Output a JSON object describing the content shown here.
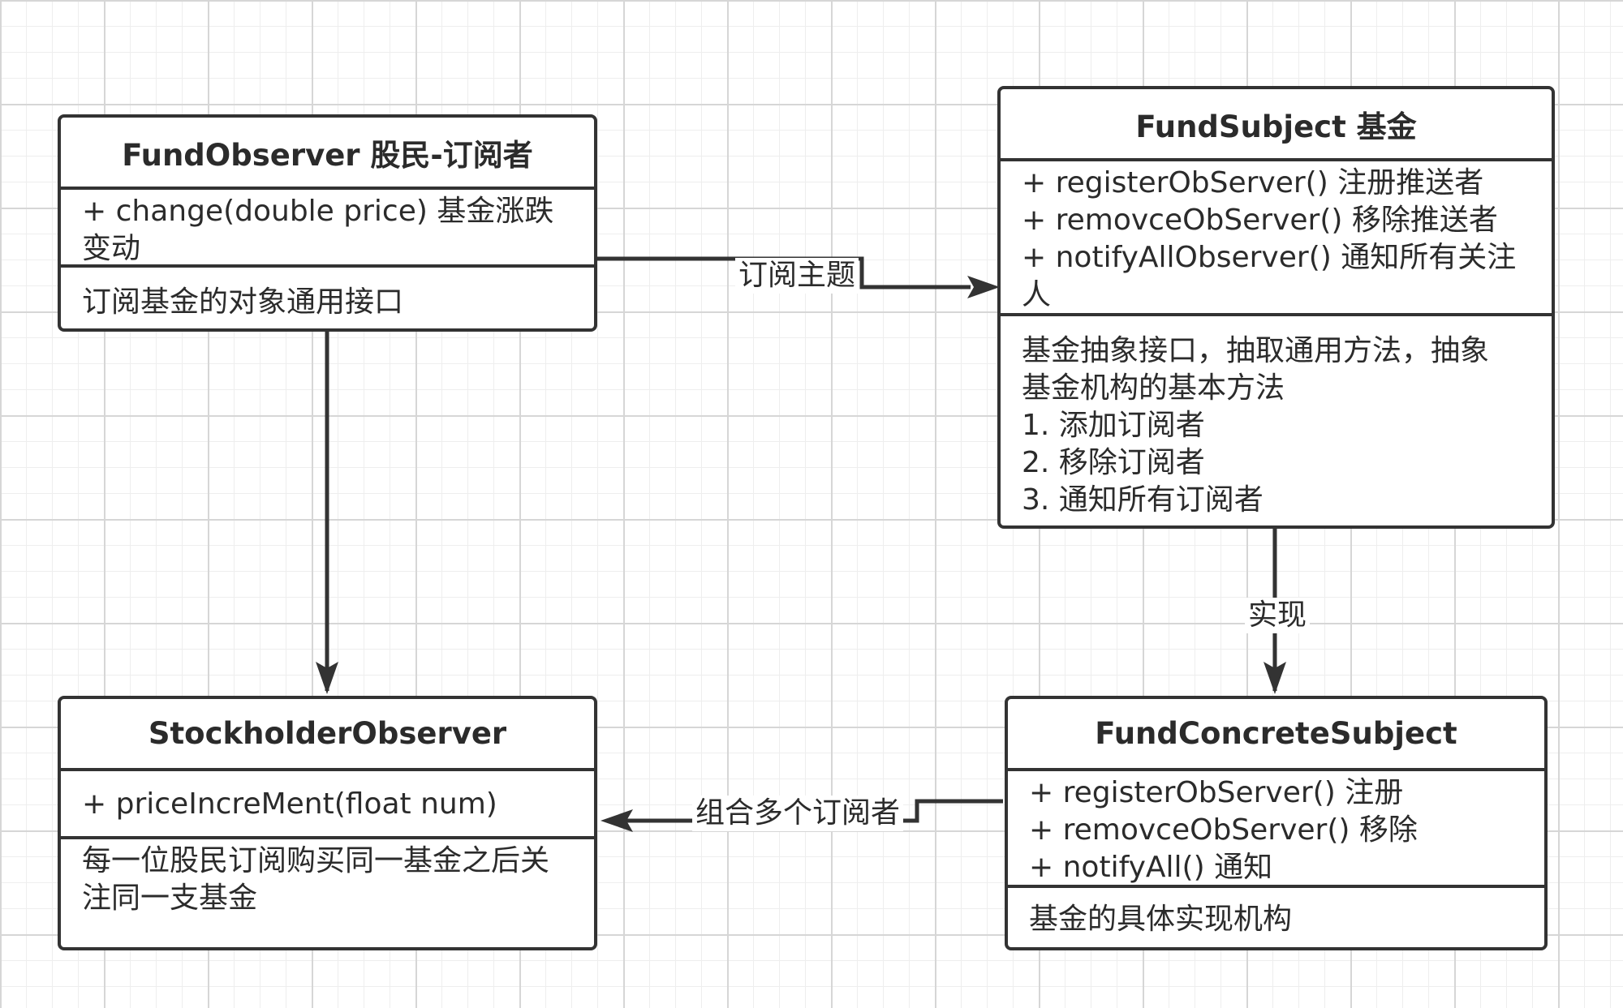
{
  "classes": {
    "fund_observer": {
      "name": "FundObserver 股民-订阅者",
      "methods": [
        "+ change(double price) 基金涨跌",
        "变动"
      ],
      "description": [
        "订阅基金的对象通用接口"
      ]
    },
    "fund_subject": {
      "name": "FundSubject 基金",
      "methods": [
        "+ registerObServer() 注册推送者",
        "+ removceObServer() 移除推送者",
        "+ notifyAllObserver() 通知所有关注",
        "人"
      ],
      "description": [
        "基金抽象接口，抽取通用方法，抽象",
        "基金机构的基本方法",
        "1. 添加订阅者",
        "2. 移除订阅者",
        "3. 通知所有订阅者"
      ]
    },
    "stockholder_observer": {
      "name": "StockholderObserver",
      "methods": [
        "+ priceIncreMent(float num)"
      ],
      "description": [
        "每一位股民订阅购买同一基金之后关",
        "注同一支基金"
      ]
    },
    "fund_concrete_subject": {
      "name": "FundConcreteSubject",
      "methods": [
        "+ registerObServer() 注册",
        "+ removceObServer() 移除",
        "+ notifyAll() 通知"
      ],
      "description": [
        "基金的具体实现机构"
      ]
    }
  },
  "relations": {
    "subscribe": "订阅主题",
    "implement": "实现",
    "compose": "组合多个订阅者"
  },
  "colors": {
    "stroke": "#333333",
    "text": "#2b2b2b",
    "grid": "#d6d6d6"
  }
}
